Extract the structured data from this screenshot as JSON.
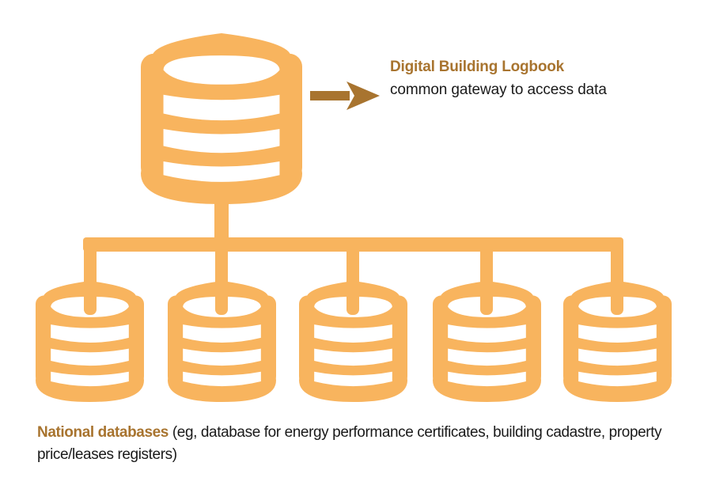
{
  "colors": {
    "database_fill": "#f8b45e",
    "arrow": "#a8742f",
    "accent_text": "#a8742f",
    "body_text": "#1a1a1a",
    "background": "#ffffff"
  },
  "gateway": {
    "icon": "database-icon",
    "title": "Digital Building Logbook",
    "subtitle": "common gateway to access data",
    "arrow_icon": "arrow-right-icon"
  },
  "national": {
    "count": 5,
    "icon": "database-icon",
    "title": "National databases",
    "description": " (eg, database for energy performance certificates, building cadastre, property price/leases registers)"
  }
}
